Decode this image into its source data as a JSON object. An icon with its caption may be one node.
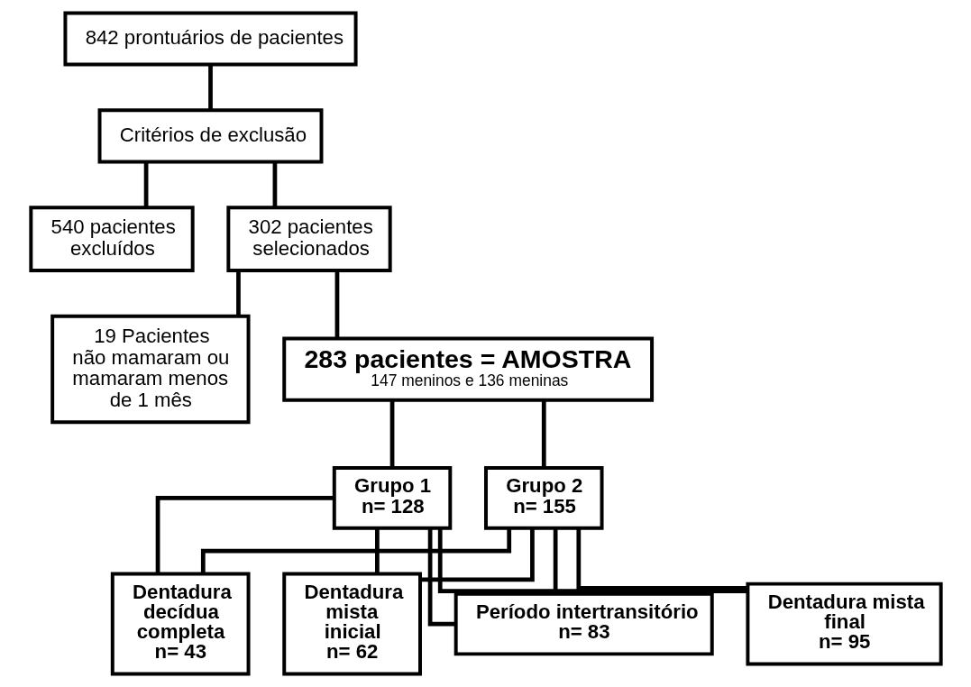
{
  "diagram": {
    "nodes": [
      {
        "text": [
          "842 prontuários de pacientes"
        ]
      },
      {
        "text": [
          "Critérios de exclusão"
        ]
      },
      {
        "text": [
          "540 pacientes excluídos"
        ]
      },
      {
        "text": [
          "302 pacientes selecionados"
        ]
      },
      {
        "text": [
          "19 Pacientes não mamaram ou mamaram menos de 1 mês"
        ]
      },
      {
        "text": [
          "283 pacientes = AMOSTRA",
          "147 meninos e 136 meninas"
        ]
      },
      {
        "text": [
          "Grupo 1",
          "n= 128"
        ]
      },
      {
        "text": [
          "Grupo 2",
          "n= 155"
        ]
      },
      {
        "text": [
          "Dentadura decídua completa",
          "n= 43"
        ]
      },
      {
        "text": [
          "Dentadura mista inicial",
          "n= 62"
        ]
      },
      {
        "text": [
          "Período intertransitório",
          "n= 83"
        ]
      },
      {
        "text": [
          "Dentadura mista final",
          "n= 95"
        ]
      }
    ],
    "edges": [
      {
        "from": 0,
        "to": 1,
        "arrow": "none"
      },
      {
        "from": 1,
        "to": 2,
        "arrow": "none"
      },
      {
        "from": 1,
        "to": 3,
        "arrow": "none"
      },
      {
        "from": 3,
        "to": 4,
        "arrow": "none"
      },
      {
        "from": 3,
        "to": 5,
        "arrow": "none"
      },
      {
        "from": 5,
        "to": 6,
        "arrow": "none"
      },
      {
        "from": 5,
        "to": 7,
        "arrow": "none"
      },
      {
        "from": 6,
        "to": 8,
        "arrow": "none"
      },
      {
        "from": 6,
        "to": 9,
        "arrow": "none"
      },
      {
        "from": 6,
        "to": 10,
        "arrow": "none"
      },
      {
        "from": 6,
        "to": 11,
        "arrow": "none"
      },
      {
        "from": 7,
        "to": 8,
        "arrow": "none"
      },
      {
        "from": 7,
        "to": 9,
        "arrow": "none"
      },
      {
        "from": 7,
        "to": 10,
        "arrow": "none"
      },
      {
        "from": 7,
        "to": 11,
        "arrow": "none"
      }
    ]
  }
}
